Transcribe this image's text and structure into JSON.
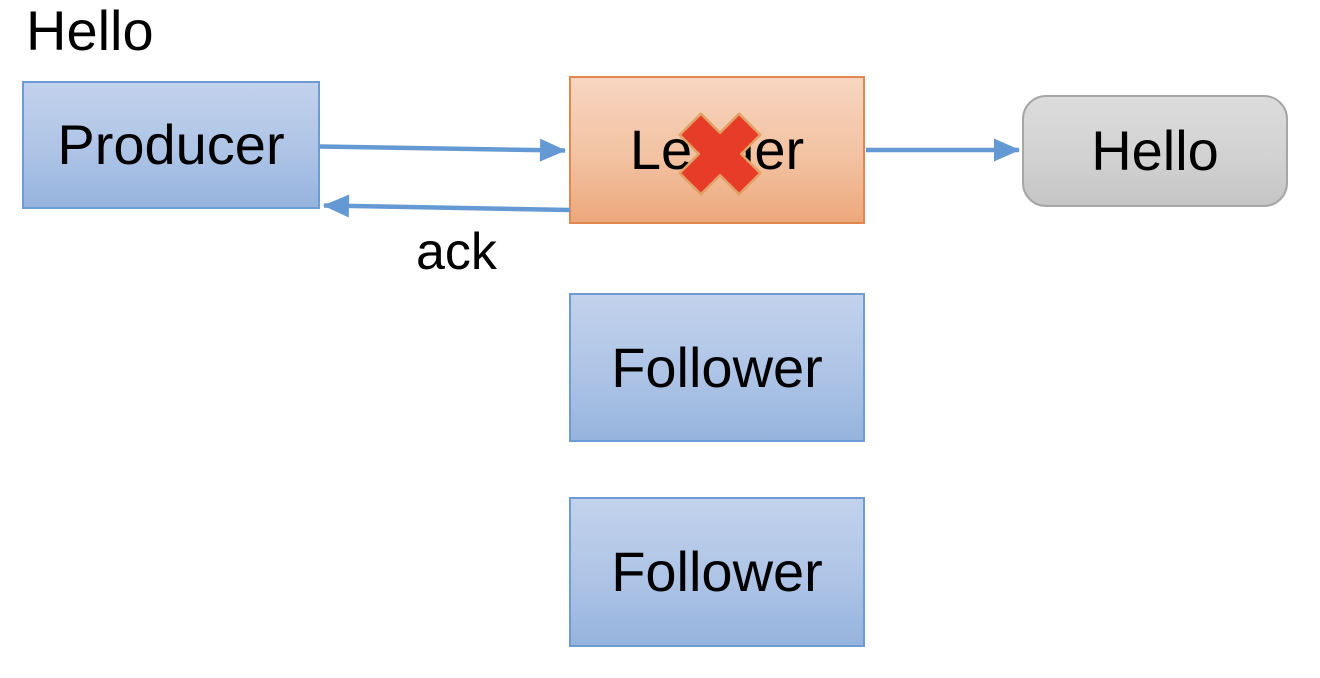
{
  "note": "Hello",
  "nodes": {
    "producer": {
      "label": "Producer"
    },
    "leader": {
      "label": "Leader"
    },
    "result": {
      "label": "Hello"
    },
    "follower_top": {
      "label": "Follower"
    },
    "follower_bottom": {
      "label": "Follower"
    }
  },
  "edges": {
    "leader_to_producer": {
      "label": "ack"
    }
  },
  "icons": {
    "leader_failure": "red-x-mark"
  },
  "colors": {
    "blue_node_fill_top": "#c2d2ec",
    "blue_node_fill_bottom": "#95b3dd",
    "blue_node_border": "#6e9bd3",
    "orange_node_fill_top": "#f7d5c0",
    "orange_node_fill_bottom": "#eda87c",
    "orange_node_border": "#e2874f",
    "gray_node_fill_top": "#dcdcdc",
    "gray_node_fill_bottom": "#c5c5c5",
    "gray_node_border": "#a6a6a6",
    "arrow": "#6599d4",
    "x_mark_fill": "#e73c28",
    "x_mark_outline": "#e2a266",
    "text": "#000000",
    "background": "#ffffff"
  }
}
